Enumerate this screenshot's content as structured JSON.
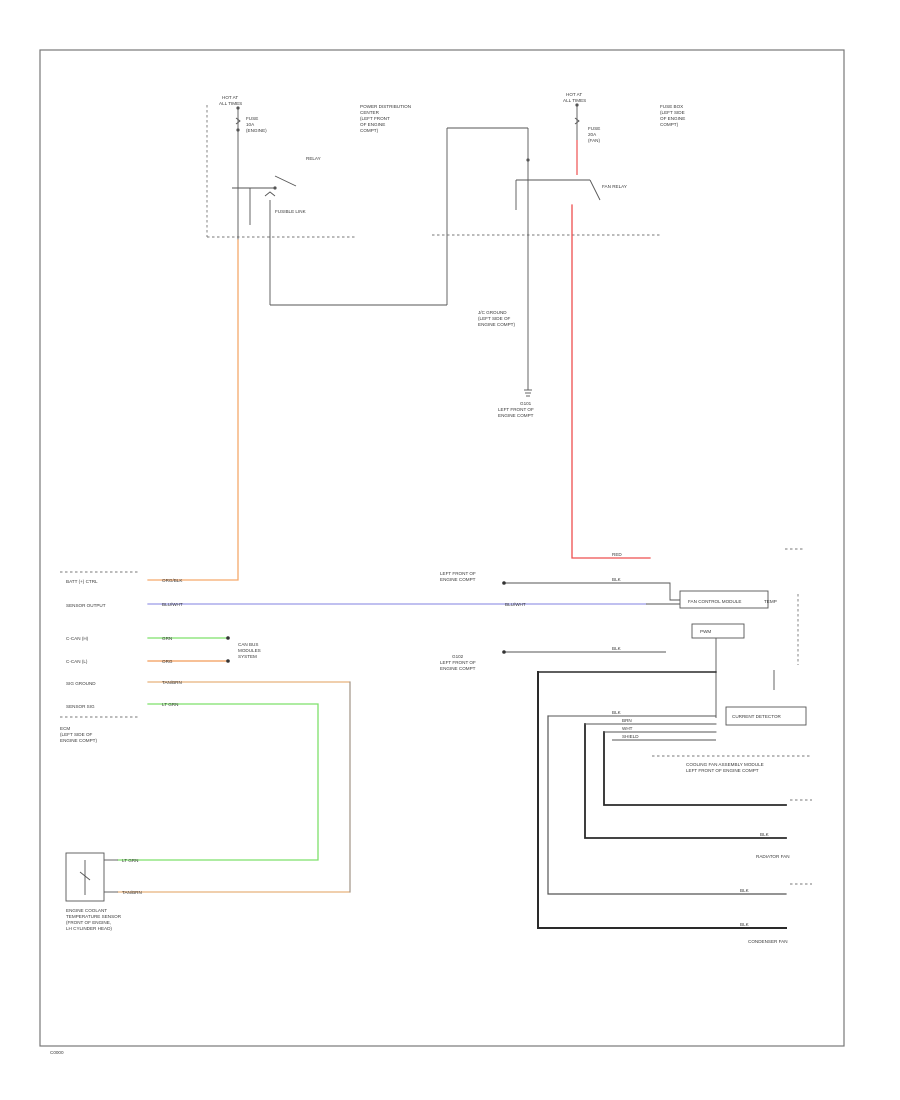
{
  "labels": {
    "hot_left_1": "HOT AT",
    "hot_left_2": "ALL TIMES",
    "hot_right_1": "HOT AT",
    "hot_right_2": "ALL TIMES",
    "fuse_left_1": "FUSE",
    "fuse_left_2": "10A",
    "fuse_left_3": "(ENGINE)",
    "relay_left": "RELAY",
    "fusible_link": "FUSIBLE LINK",
    "pdc_1": "POWER DISTRIBUTION",
    "pdc_2": "CENTER",
    "pdc_3": "(LEFT FRONT",
    "pdc_4": "OF ENGINE",
    "pdc_5": "COMPT)",
    "fuse_right_1": "FUSE",
    "fuse_right_2": "20A",
    "fuse_right_3": "(FAN)",
    "relay_right": "FAN RELAY",
    "fuse_box_1": "FUSE BOX",
    "fuse_box_2": "(LEFT SIDE",
    "fuse_box_3": "OF ENGINE",
    "fuse_box_4": "COMPT)",
    "ground_junction_1": "J/C GROUND",
    "ground_junction_2": "(LEFT SIDE OF",
    "ground_junction_3": "ENGINE COMPT)",
    "ground_lower_1": "G101",
    "ground_lower_2": "LEFT FRONT OF",
    "ground_lower_3": "ENGINE COMPT",
    "ground_mid_1": "LEFT FRONT OF",
    "ground_mid_2": "ENGINE COMPT",
    "ground_mid2_1": "G102",
    "ground_mid2_2": "LEFT FRONT OF",
    "ground_mid2_3": "ENGINE COMPT",
    "ecm_pin_1": "BATT (+) CTRL",
    "ecm_pin_2": "SENSOR OUTPUT",
    "ecm_pin_3": "C-CAN (H)",
    "ecm_pin_4": "C-CAN (L)",
    "ecm_pin_5": "SIG GROUND",
    "ecm_pin_6": "SENSOR SIG",
    "ecm_name_1": "ECM",
    "ecm_name_2": "(LEFT SIDE OF",
    "ecm_name_3": "ENGINE COMPT)",
    "canbus_1": "CAN BUS",
    "canbus_2": "MODULES",
    "canbus_3": "SYSTEM",
    "sensor_1": "ENGINE COOLANT",
    "sensor_2": "TEMPERATURE SENSOR",
    "sensor_3": "(FRONT OF ENGINE,",
    "sensor_4": "LH CYLINDER HEAD)",
    "module_top": "FAN CONTROL MODULE",
    "module_sub": "PWM",
    "module_pin": "TEMP",
    "fan_ctrl_box": "CURRENT DETECTOR",
    "fan_system_1": "COOLING FAN ASSEMBLY MODULE",
    "fan_system_2": "LEFT FRONT OF ENGINE COMPT",
    "radiator_fan": "RADIATOR FAN",
    "condenser_fan": "CONDENSER FAN",
    "wire_org": "ORG/BLK",
    "wire_blu": "BLU/WHT",
    "wire_grn": "GRN",
    "wire_org2": "ORG",
    "wire_tan": "TAN/BRN",
    "wire_lgrn": "LT GRN",
    "wire_red": "RED",
    "wire_blk": "BLK",
    "wire_brn": "BRN",
    "wire_wht": "WHT",
    "wire_shield": "SHIELD",
    "page_ref": "C0000"
  },
  "colors": {
    "orange_wire": "#f5a96b",
    "blue_wire": "#9a9ae6",
    "green_wire": "#7ee06b",
    "orange2_wire": "#f29a57",
    "tan_wire": "#e8b27c",
    "red_wire": "#ee4f4f",
    "black_wire": "#2a2a2a",
    "gray_wire": "#8a8a8a",
    "frame": "#777777"
  }
}
